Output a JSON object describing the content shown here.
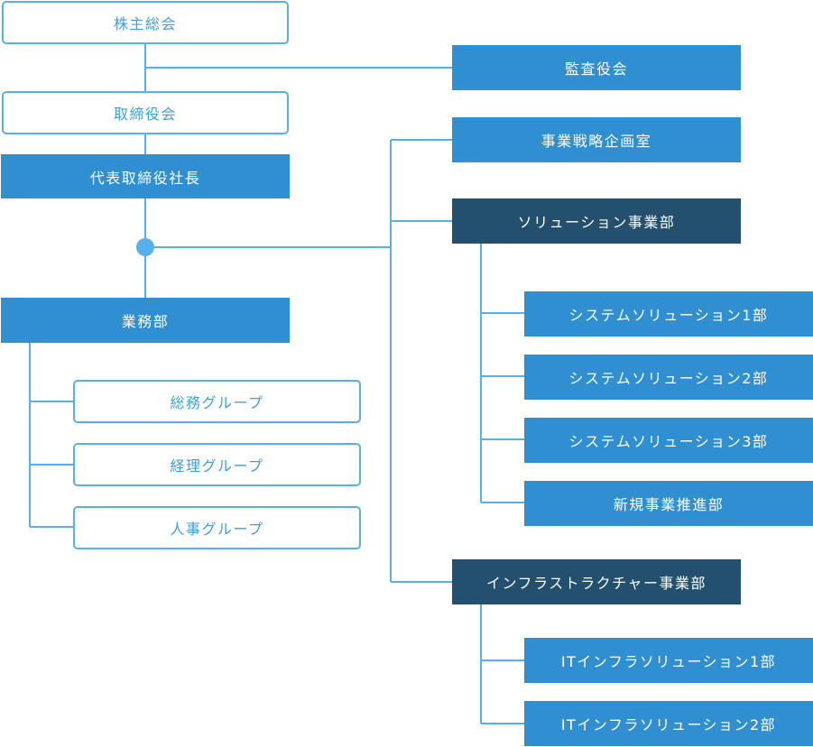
{
  "org_chart": {
    "shareholders_meeting": "株主総会",
    "board_of_directors": "取締役会",
    "president": "代表取締役社長",
    "audit": "監査役会",
    "strategy_office": "事業戦略企画室",
    "business_dept": {
      "label": "業務部",
      "groups": [
        "総務グループ",
        "経理グループ",
        "人事グループ"
      ]
    },
    "solution_division": {
      "label": "ソリューション事業部",
      "units": [
        "システムソリューション1部",
        "システムソリューション2部",
        "システムソリューション3部",
        "新規事業推進部"
      ]
    },
    "infra_division": {
      "label": "インフラストラクチャー事業部",
      "units": [
        "ITインフラソリューション1部",
        "ITインフラソリューション2部"
      ]
    }
  },
  "colors": {
    "outline": "#56b0ea",
    "outline_text": "#3e9fe0",
    "fill": "#2f8fd0",
    "dark": "#22506e",
    "connector": "#56b0ea"
  }
}
